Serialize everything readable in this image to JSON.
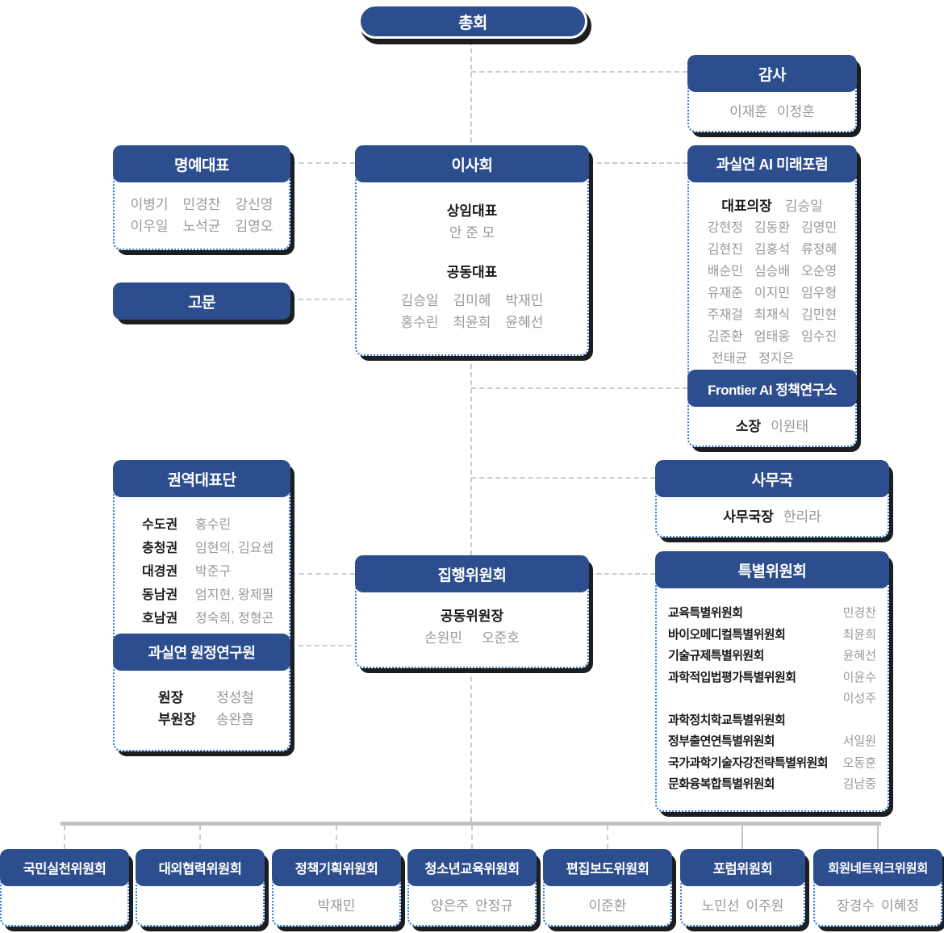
{
  "palette": {
    "navy": "#2d4e8e",
    "dot_blue": "#2e7ce2",
    "shadow": "#1d1d1d",
    "name_gray": "#999999",
    "label_dark": "#1b1b1b",
    "line_gray": "#cbcbcb"
  },
  "assembly": {
    "title": "총회"
  },
  "audit": {
    "title": "감사",
    "members": [
      "이재훈",
      "이정훈"
    ]
  },
  "honorary": {
    "title": "명예대표",
    "rows": [
      [
        "이병기",
        "민경찬",
        "강신영"
      ],
      [
        "이우일",
        "노석균",
        "김영오"
      ]
    ]
  },
  "board": {
    "title": "이사회",
    "standing_label": "상임대표",
    "standing": [
      "안 준 모"
    ],
    "co_label": "공동대표",
    "co_rows": [
      [
        "김승일",
        "김미혜",
        "박재민"
      ],
      [
        "홍수린",
        "최윤희",
        "윤혜선"
      ]
    ]
  },
  "ai_forum": {
    "title": "과실연 AI 미래포럼",
    "chair_label": "대표의장",
    "chair": "김승일",
    "rows": [
      [
        "강현정",
        "김동환",
        "김영민"
      ],
      [
        "김현진",
        "김홍석",
        "류정혜"
      ],
      [
        "배순민",
        "심승배",
        "오순영"
      ],
      [
        "유재준",
        "이지민",
        "임우형"
      ],
      [
        "주재걸",
        "최재식",
        "김민현"
      ],
      [
        "김준환",
        "엄태웅",
        "임수진"
      ],
      [
        "전태균",
        "정지은"
      ]
    ]
  },
  "advisors": {
    "title": "고문"
  },
  "frontier": {
    "title": "Frontier AI 정책연구소",
    "role_label": "소장",
    "name": "이원태"
  },
  "regional": {
    "title": "권역대표단",
    "rows": [
      {
        "region": "수도권",
        "names": "홍수린"
      },
      {
        "region": "충청권",
        "names": "임현의, 김요셉"
      },
      {
        "region": "대경권",
        "names": "박준구"
      },
      {
        "region": "동남권",
        "names": "엄지현, 왕제필"
      },
      {
        "region": "호남권",
        "names": "정숙희, 정형곤"
      }
    ]
  },
  "secretariat": {
    "title": "사무국",
    "role_label": "사무국장",
    "name": "한리라"
  },
  "executive": {
    "title": "집행위원회",
    "role_label": "공동위원장",
    "members": [
      "손원민",
      "오준호"
    ]
  },
  "special": {
    "title": "특별위원회",
    "rows": [
      {
        "committee": "교육특별위원회",
        "person": "민경찬"
      },
      {
        "committee": "바이오메디컬특별위원회",
        "person": "최윤희"
      },
      {
        "committee": "기술규제특별위원회",
        "person": "윤혜선"
      },
      {
        "committee": "과학적입법평가특별위원회",
        "person": "이윤수"
      },
      {
        "committee": "",
        "person": "이성주"
      },
      {
        "committee": "과학정치학교특별위원회",
        "person": ""
      },
      {
        "committee": "정부출연연특별위원회",
        "person": "서일원"
      },
      {
        "committee": "국가과학기술자강전략특별위원회",
        "person": "오동훈"
      },
      {
        "committee": "문화융복합특별위원회",
        "person": "김남중"
      }
    ]
  },
  "research": {
    "title": "과실연 원정연구원",
    "rows": [
      {
        "role": "원장",
        "name": "정성철"
      },
      {
        "role": "부원장",
        "name": "송완흡"
      }
    ]
  },
  "committees": [
    {
      "title": "국민실천위원회",
      "members": []
    },
    {
      "title": "대외협력위원회",
      "members": []
    },
    {
      "title": "정책기획위원회",
      "members": [
        "박재민"
      ]
    },
    {
      "title": "청소년교육위원회",
      "members": [
        "양은주",
        "안정규"
      ]
    },
    {
      "title": "편집보도위원회",
      "members": [
        "이준환"
      ]
    },
    {
      "title": "포럼위원회",
      "members": [
        "노민선",
        "이주원"
      ]
    },
    {
      "title": "회원네트워크위원회",
      "members": [
        "장경수",
        "이혜정"
      ]
    }
  ]
}
